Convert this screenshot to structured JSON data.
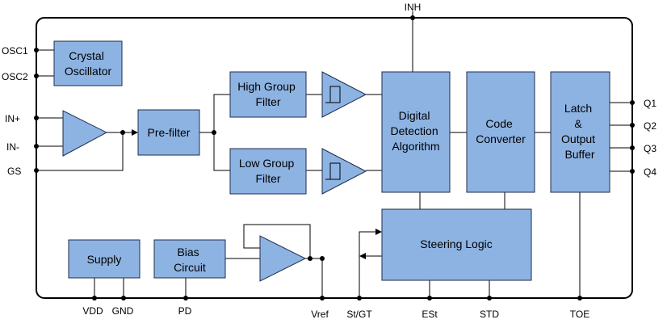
{
  "blocks": {
    "crystal_oscillator": [
      "Crystal",
      "Oscillator"
    ],
    "prefilter": [
      "Pre-filter"
    ],
    "high_group_filter": [
      "High Group",
      "Filter"
    ],
    "low_group_filter": [
      "Low Group",
      "Filter"
    ],
    "digital_detection": [
      "Digital",
      "Detection",
      "Algorithm"
    ],
    "code_converter": [
      "Code",
      "Converter"
    ],
    "latch_output_buffer": [
      "Latch",
      "&",
      "Output",
      "Buffer"
    ],
    "steering_logic": [
      "Steering Logic"
    ],
    "supply": [
      "Supply"
    ],
    "bias_circuit": [
      "Bias",
      "Circuit"
    ]
  },
  "pins": {
    "osc1": "OSC1",
    "osc2": "OSC2",
    "in_plus": "IN+",
    "in_minus": "IN-",
    "gs": "GS",
    "inh": "INH",
    "q1": "Q1",
    "q2": "Q2",
    "q3": "Q3",
    "q4": "Q4",
    "vdd": "VDD",
    "gnd": "GND",
    "pd": "PD",
    "vref": "Vref",
    "st_gt": "St/GT",
    "est": "ESt",
    "std": "STD",
    "toe": "TOE"
  },
  "colors": {
    "block_fill": "#8db3e2",
    "block_stroke": "#1f2d4d",
    "line": "#000000"
  }
}
